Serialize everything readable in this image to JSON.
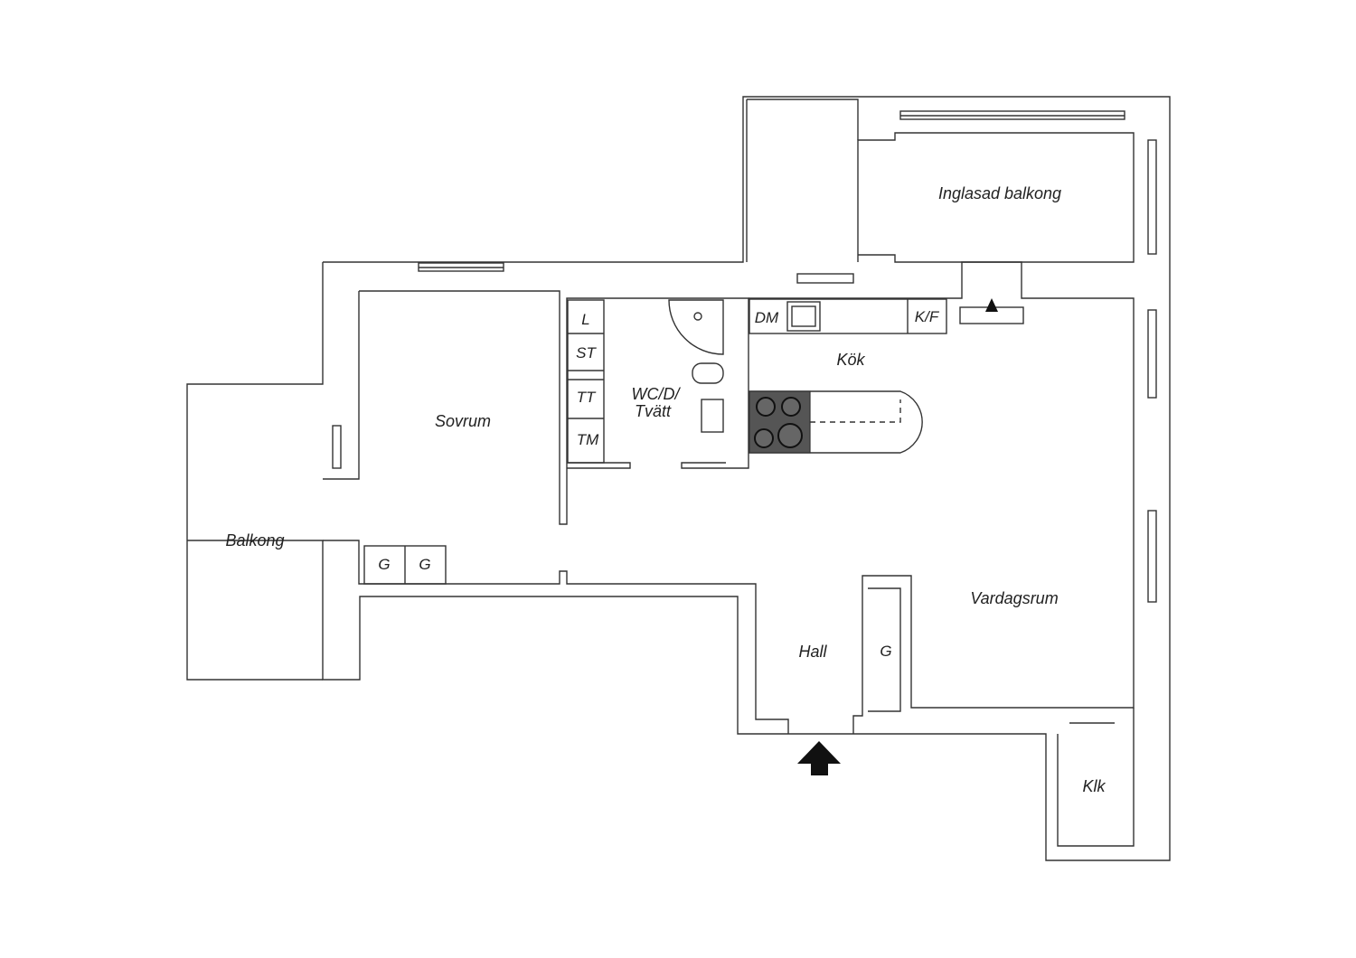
{
  "plan": {
    "rooms": {
      "inglasad_balkong": "Inglasad balkong",
      "kok": "Kök",
      "sovrum": "Sovrum",
      "wc": "WC/D/",
      "tvatt": "Tvätt",
      "balkong": "Balkong",
      "vardagsrum": "Vardagsrum",
      "hall": "Hall",
      "klk": "Klk"
    },
    "fixtures": {
      "dm": "DM",
      "kf": "K/F",
      "l": "L",
      "st": "ST",
      "tt": "TT",
      "tm": "TM",
      "g1": "G",
      "g2": "G",
      "g3": "G"
    },
    "colors": {
      "wall": "#333333",
      "stove": "#555555",
      "background": "#ffffff"
    }
  }
}
